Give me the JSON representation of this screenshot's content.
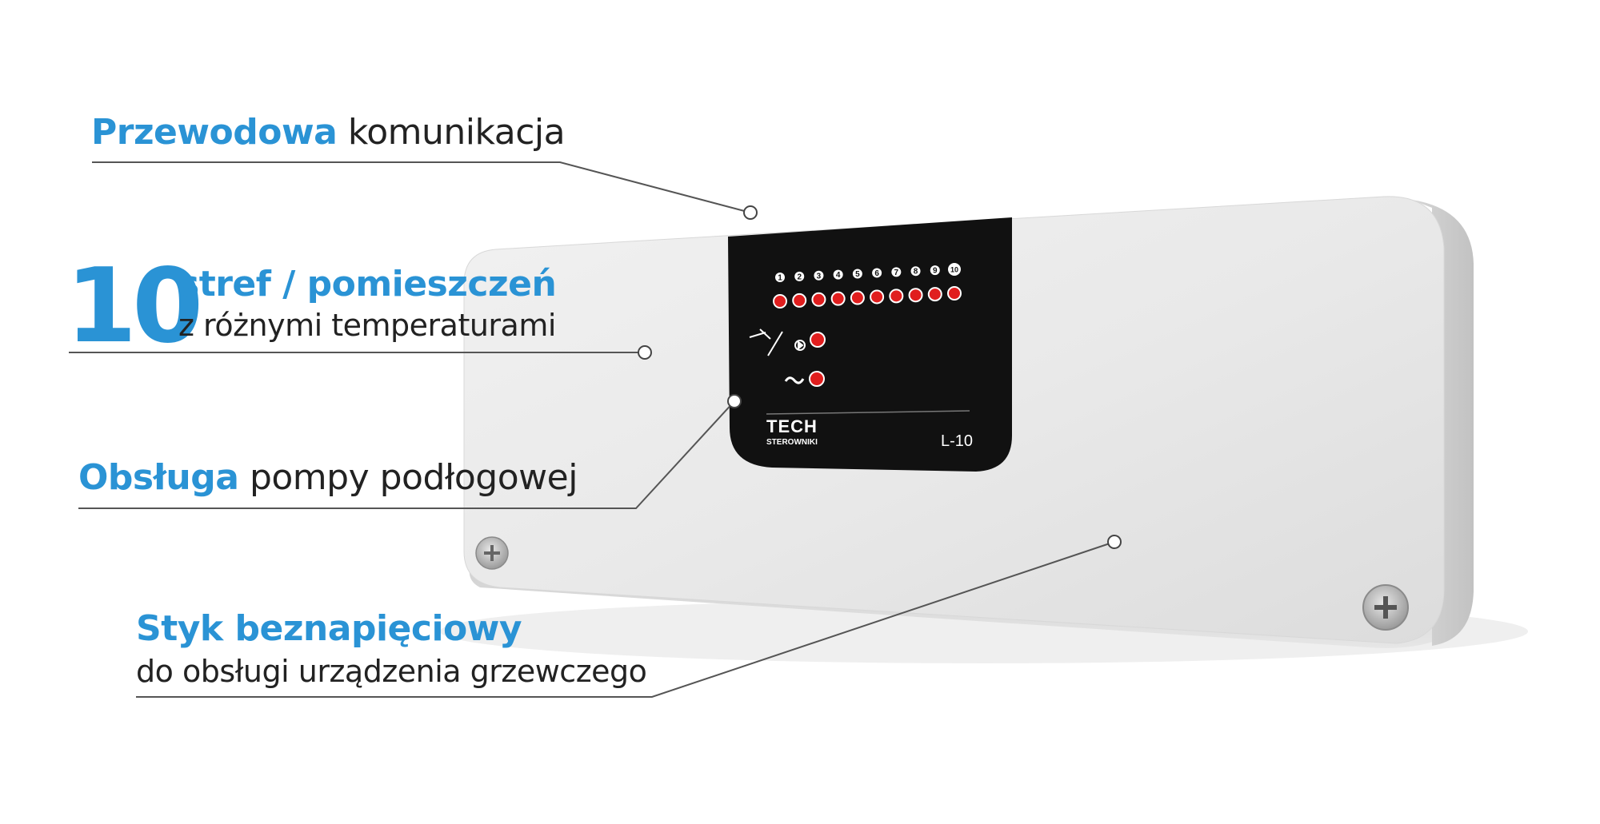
{
  "callouts": {
    "wired": {
      "highlight": "Przewodowa",
      "text": "komunikacja"
    },
    "zones": {
      "number": "10",
      "highlight": "stref / pomieszczeń",
      "text": "z różnymi temperaturami"
    },
    "pump": {
      "highlight": "Obsługa",
      "text": "pompy podłogowej"
    },
    "contact": {
      "highlight": "Styk beznapięciowy",
      "text": "do obsługi urządzenia grzewczego"
    }
  },
  "device": {
    "brand": "TECH",
    "brand_sub": "STEROWNIKI",
    "model": "L-10",
    "zone_numbers": [
      "1",
      "2",
      "3",
      "4",
      "5",
      "6",
      "7",
      "8",
      "9",
      "10"
    ],
    "pump_icon": "pump-icon",
    "power_icon": "tilde-icon"
  },
  "colors": {
    "accent": "#2a93d5",
    "panel": "#111111",
    "led": "#e01e1e",
    "text": "#222222"
  }
}
